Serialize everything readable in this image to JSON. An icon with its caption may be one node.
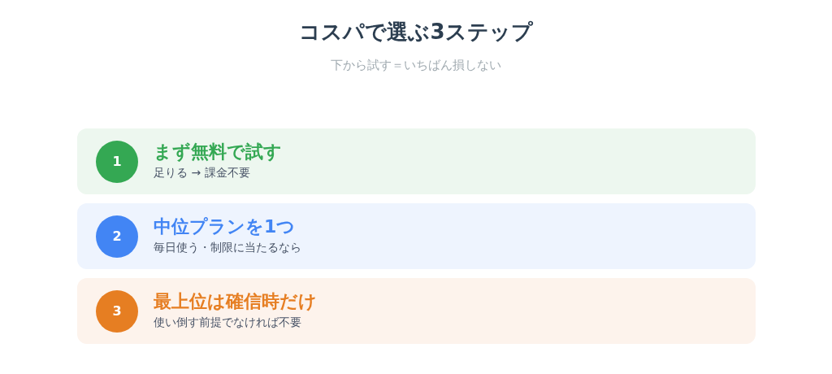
{
  "diagram": {
    "title": "コスパで選ぶ3ステップ",
    "nodes": [
      {
        "text": [
          "まず無料で試す",
          "足りる → 課金不要"
        ]
      },
      {
        "text": [
          "1"
        ],
        "in": 0
      },
      {
        "text": [
          "中位プランを1つ",
          "毎日使う・制限に当たるなら"
        ]
      },
      {
        "text": [
          "2"
        ],
        "in": 2
      },
      {
        "text": [
          "最上位は確信時だけ",
          "使い倒す前提でなければ不要"
        ]
      },
      {
        "text": [
          "3"
        ],
        "in": 4
      }
    ],
    "labels": [
      "下から試す＝いちばん損しない"
    ]
  }
}
